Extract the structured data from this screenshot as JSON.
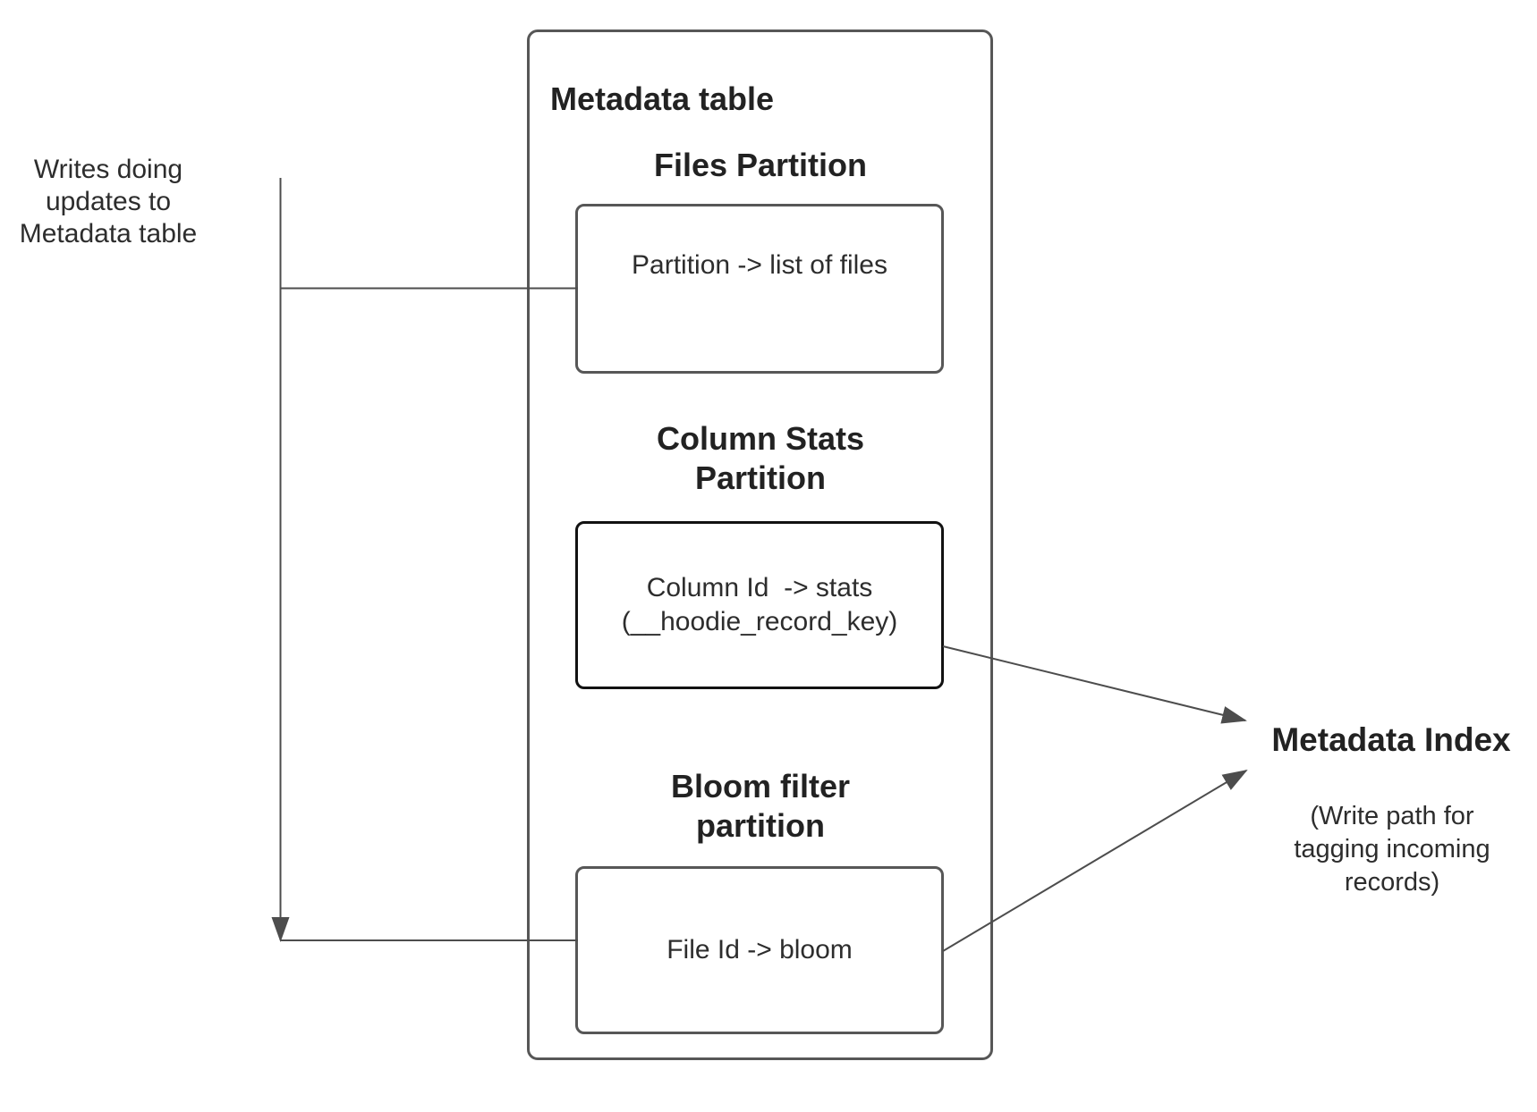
{
  "colors": {
    "background": "#ffffff",
    "connector_line": "#4d4d4d",
    "box_border": "#575757",
    "stats_box_border": "#121212",
    "heading_text": "#222222",
    "body_text": "#2d2d2d"
  },
  "writes_label": "Writes doing updates to Metadata table",
  "metadata_table": {
    "title": "Metadata table",
    "files_partition": {
      "heading": "Files Partition",
      "box_text": "Partition -> list of files"
    },
    "column_stats_partition": {
      "heading": "Column Stats Partition",
      "box_line1": "Column Id  -> stats",
      "box_line2": "(__hoodie_record_key)"
    },
    "bloom_filter_partition": {
      "heading": "Bloom filter partition",
      "box_text": "File Id -> bloom"
    }
  },
  "metadata_index": {
    "title": "Metadata Index",
    "note": "(Write path for tagging incoming records)"
  }
}
